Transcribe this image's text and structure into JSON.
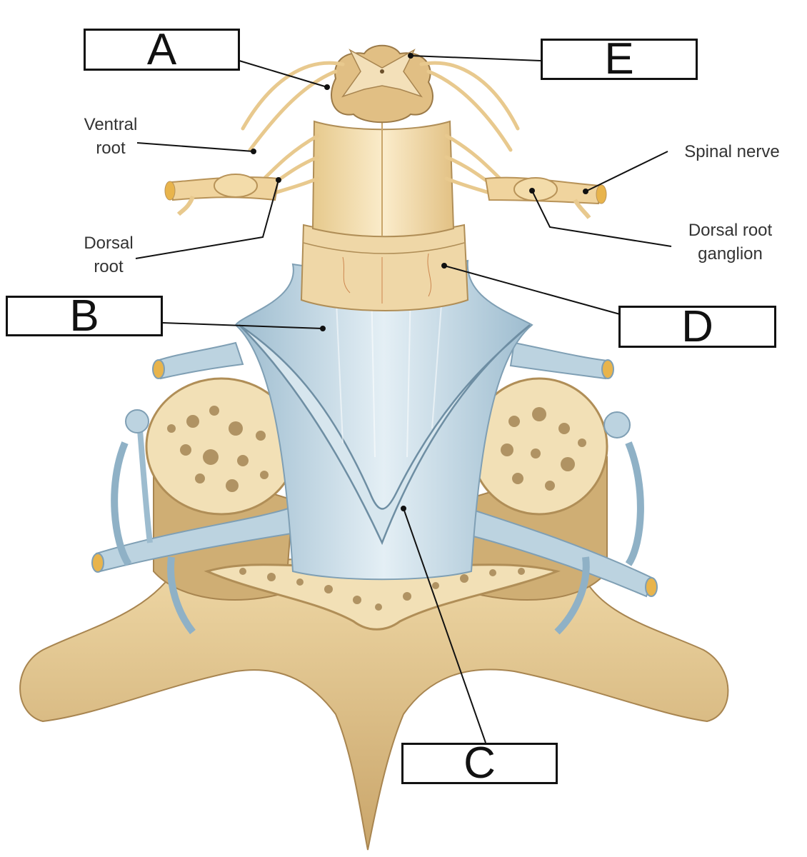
{
  "labels": {
    "box_a": "A",
    "box_b": "B",
    "box_c": "C",
    "box_d": "D",
    "box_e": "E",
    "ventral_root": [
      "Ventral",
      "root"
    ],
    "dorsal_root": [
      "Dorsal",
      "root"
    ],
    "spinal_nerve": "Spinal nerve",
    "dorsal_root_ganglion": [
      "Dorsal root",
      "ganglion"
    ]
  },
  "colors": {
    "bone": "#e8cf9a",
    "bone_shadow": "#c9a76a",
    "bone_light": "#f6e6c4",
    "nerve": "#f0d49e",
    "nerve_outline": "#b89358",
    "meninges": "#bcd3e0",
    "meninges_dark": "#8fb1c6",
    "leader_line": "#111111"
  }
}
